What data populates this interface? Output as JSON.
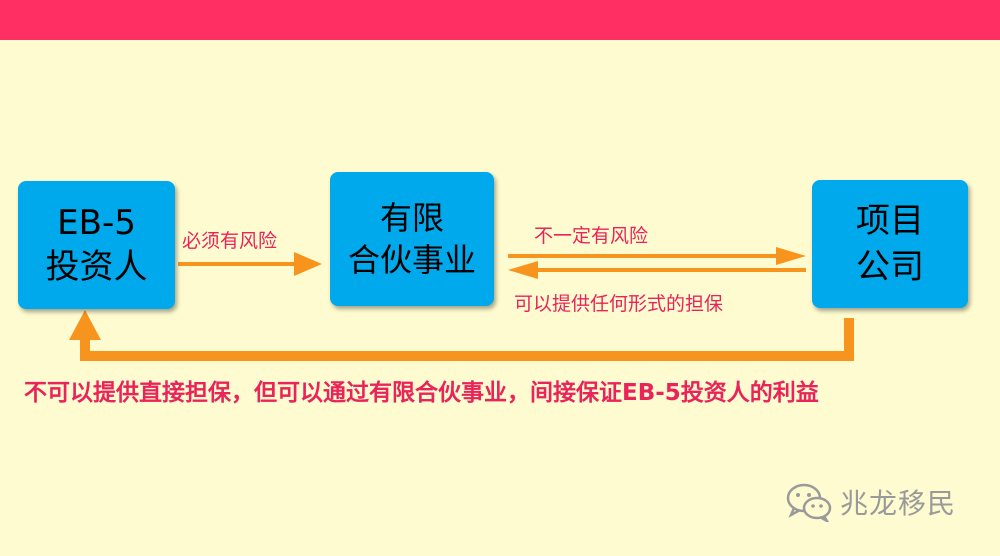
{
  "colors": {
    "background": "#fefbd0",
    "top_bar": "#ff2e63",
    "box": "#00a9ec",
    "arrow": "#f7941d",
    "label": "#e8245a"
  },
  "nodes": {
    "investor": [
      "EB-5",
      "投资人"
    ],
    "limited_partnership": [
      "有限",
      "合伙事业"
    ],
    "project_company": [
      "项目",
      "公司"
    ]
  },
  "edges": {
    "investor_to_lp": "必须有风险",
    "lp_to_project": "不一定有风险",
    "project_to_lp": "可以提供任何形式的担保",
    "project_to_investor_note": "不可以提供直接担保，但可以通过有限合伙事业，间接保证EB-5投资人的利益"
  },
  "watermark": {
    "icon": "wechat-icon",
    "text": "兆龙移民"
  }
}
